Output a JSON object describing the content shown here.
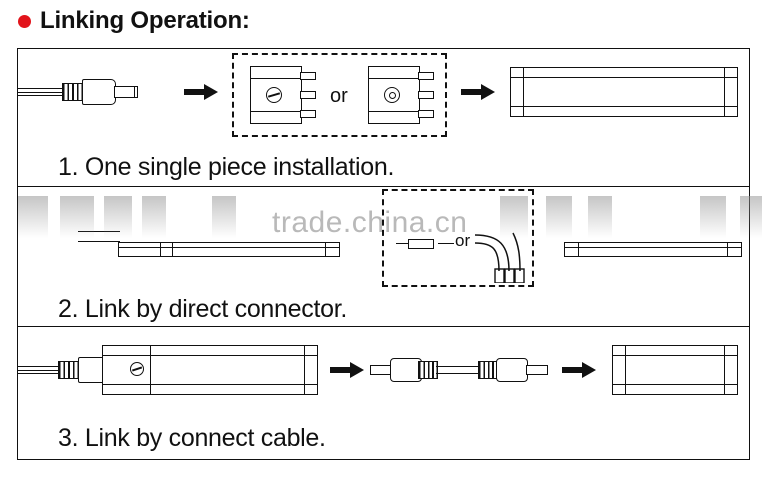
{
  "heading": {
    "bullet_color": "#e2141b",
    "text": "Linking Operation:"
  },
  "watermark": {
    "text": "trade.china.cn",
    "color": "#b9b9b9"
  },
  "rows": [
    {
      "caption": "1. One single piece installation.",
      "or_label": "or",
      "elements": [
        "dc-power-plug-cable",
        "arrow-right",
        "dashed-option-box",
        "power-adapter-screw-type",
        "power-adapter-ring-type",
        "arrow-right",
        "led-tube-light"
      ]
    },
    {
      "caption": "2. Link by direct connector.",
      "or_label": "or",
      "elements": [
        "led-tube-slim-left",
        "dashed-option-box",
        "inline-straight-connector",
        "bent-corner-connector",
        "led-tube-slim-right"
      ]
    },
    {
      "caption": "3. Link by connect cable.",
      "or_label": "",
      "elements": [
        "led-tube-with-plug",
        "arrow-right",
        "double-ended-connect-cable",
        "arrow-right",
        "led-tube-light"
      ]
    }
  ]
}
